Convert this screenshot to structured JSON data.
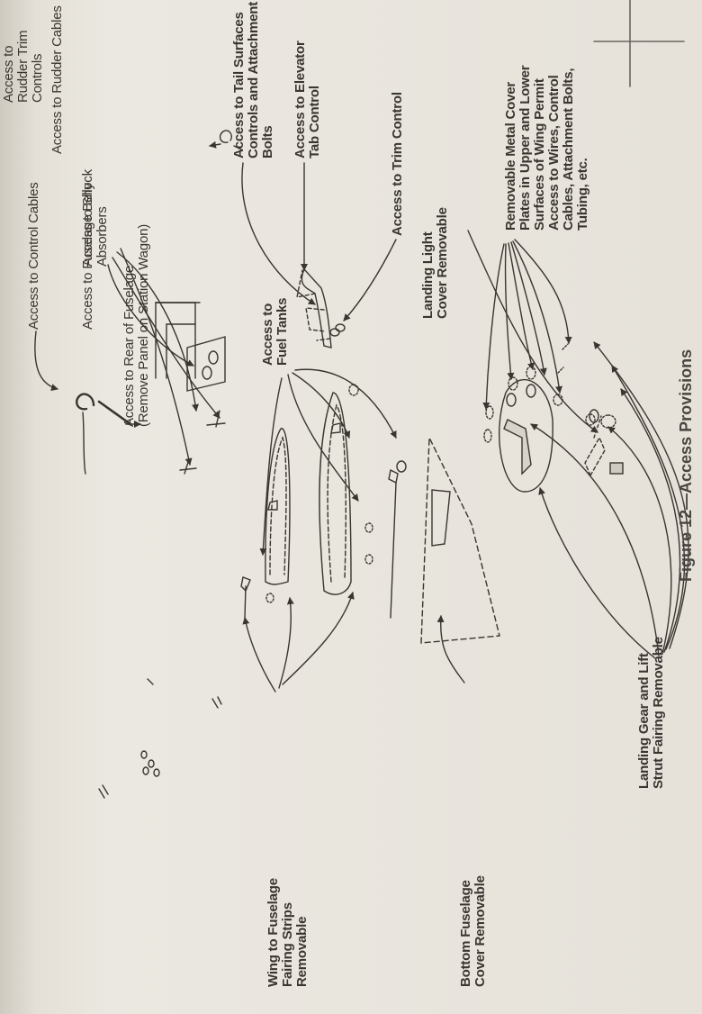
{
  "figure": {
    "caption": "Figure 12—Access Provisions",
    "labels": {
      "rudder_trim": "Access to Rudder Trim Controls",
      "control_cables": "Access to Control Cables",
      "rudder_cables": "Access to Rudder Cables",
      "fuselage_belly": "Access to Fuselage Belly",
      "shock_absorbers": "Access to Shock\nAbsorbers",
      "rear_fuselage": "Access to Rear of Fuselage\n(Remove Panel on Station Wagon)",
      "tail_surfaces": "Access to Tail Surfaces\nControls and Attachment\nBolts",
      "elevator_tab": "Access to Elevator\nTab Control",
      "trim_control": "Access to Trim Control",
      "wing_fairing": "Wing to Fuselage\nFairing Strips\nRemovable",
      "fuel_tanks": "Access to\nFuel Tanks",
      "landing_light": "Landing Light\nCover Removable",
      "bottom_fuselage": "Bottom Fuselage\nCover Removable",
      "landing_gear": "Landing Gear and Lift\nStrut Fairing Removable",
      "metal_covers": "Removable Metal Cover\nPlates in Upper and Lower\nSurfaces of Wing Permit\nAccess to Wires, Control\nCables, Attachment Bolts,\nTubing, etc."
    }
  }
}
